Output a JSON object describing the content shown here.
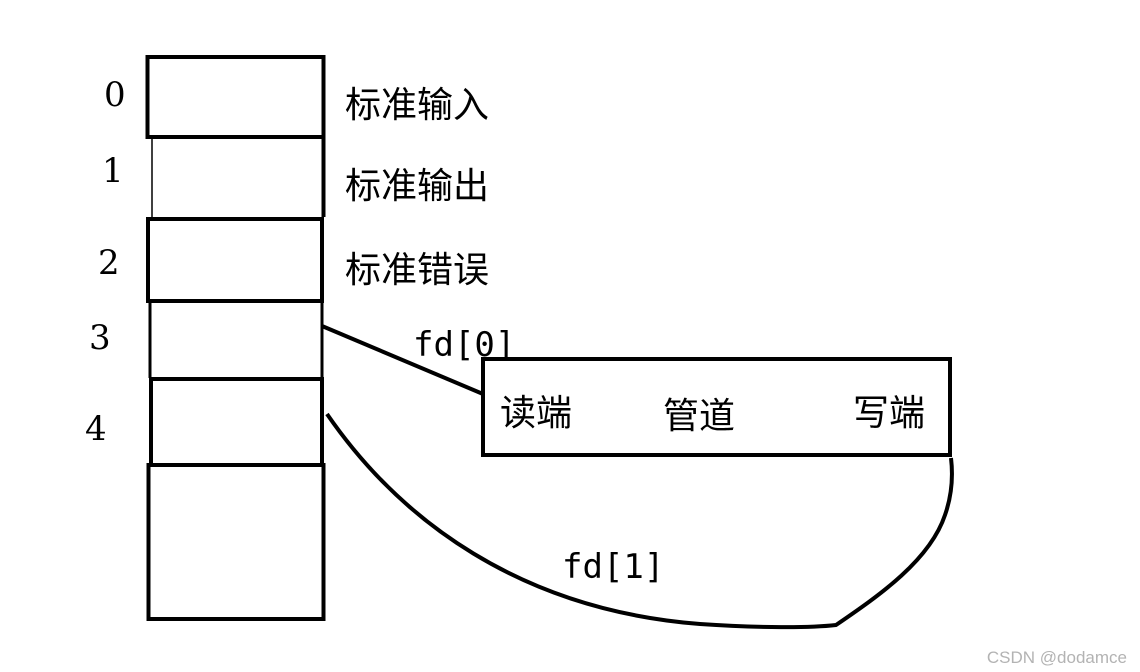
{
  "fd_table": {
    "rows": [
      {
        "index": "0",
        "label": "标准输入"
      },
      {
        "index": "1",
        "label": "标准输出"
      },
      {
        "index": "2",
        "label": "标准错误"
      },
      {
        "index": "3",
        "label": ""
      },
      {
        "index": "4",
        "label": ""
      }
    ]
  },
  "pipe": {
    "read_end": "读端",
    "title": "管道",
    "write_end": "写端"
  },
  "links": {
    "read_fd": "fd[0]",
    "write_fd": "fd[1]"
  },
  "watermark": "CSDN @dodamce"
}
